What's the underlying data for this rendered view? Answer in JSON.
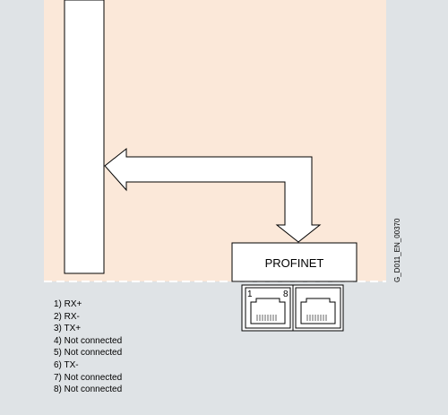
{
  "diagram": {
    "module_label": "PROFINET",
    "port_left_pins": {
      "first": "1",
      "last": "8"
    },
    "figure_id": "G_D011_EN_00370",
    "pinout": [
      "1) RX+",
      "2) RX-",
      "3) TX+",
      "4) Not connected",
      "5) Not connected",
      "6) TX-",
      "7) Not connected",
      "8) Not connected"
    ],
    "colors": {
      "background": "#dfe3e6",
      "panel": "#fbe8d9",
      "stroke": "#000000",
      "fill": "#ffffff"
    }
  }
}
